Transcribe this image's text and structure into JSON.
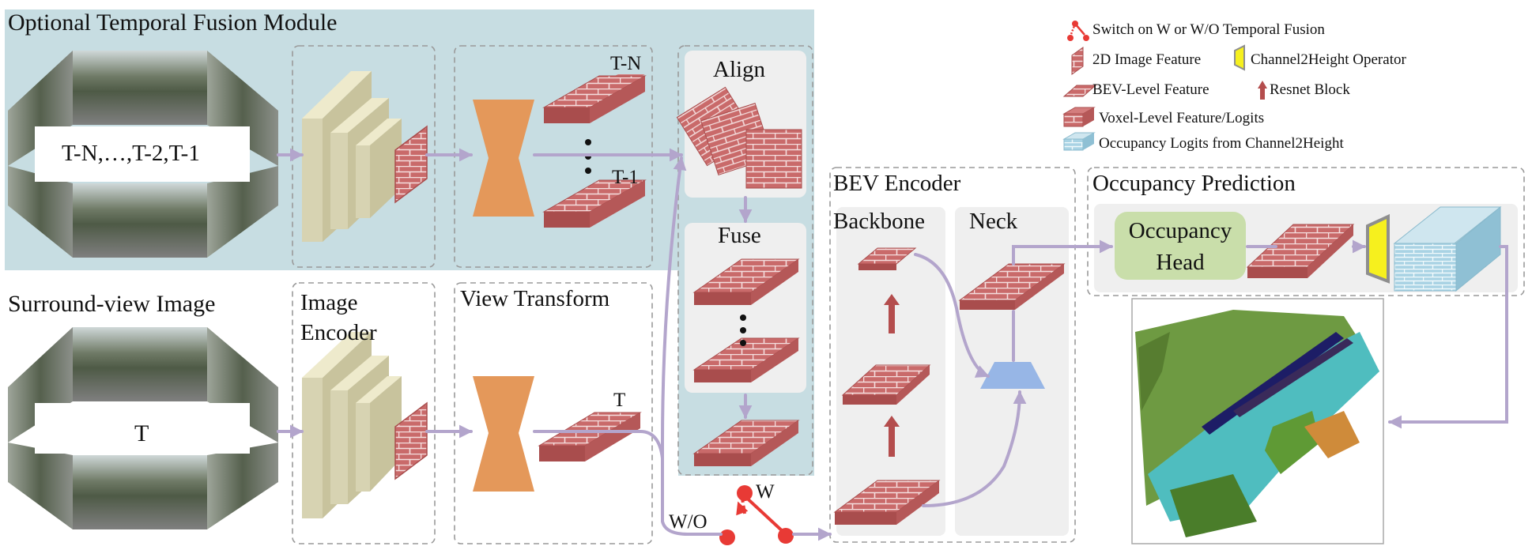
{
  "temporal": {
    "title": "Optional Temporal Fusion Module",
    "frames_label": "T-N,…,T-2,T-1",
    "top_label": "T-N",
    "bottom_label": "T-1"
  },
  "current": {
    "title": "Surround-view Image",
    "frame_label": "T",
    "feature_label": "T"
  },
  "modules": {
    "image_encoder": "Image Encoder",
    "view_transform": "View Transform",
    "align": "Align",
    "fuse": "Fuse",
    "bev_encoder": "BEV Encoder",
    "backbone": "Backbone",
    "neck": "Neck",
    "occ_prediction": "Occupancy Prediction",
    "occ_head_line1": "Occupancy",
    "occ_head_line2": "Head"
  },
  "switch": {
    "w": "W",
    "wo": "W/O"
  },
  "legend": [
    {
      "icon": "switch-icon",
      "text": "Switch on W or W/O Temporal Fusion"
    },
    {
      "icon": "image-feature-icon",
      "text": "2D Image Feature"
    },
    {
      "icon": "channel2height-icon",
      "text": "Channel2Height Operator"
    },
    {
      "icon": "bev-feature-icon",
      "text": "BEV-Level Feature"
    },
    {
      "icon": "resnet-block-icon",
      "text": "Resnet Block"
    },
    {
      "icon": "voxel-feature-icon",
      "text": "Voxel-Level Feature/Logits"
    },
    {
      "icon": "occupancy-logits-icon",
      "text": "Occupancy Logits from Channel2Height"
    }
  ],
  "colors": {
    "temporal_bg": "#c7dde2",
    "panel_gray": "#efefef",
    "arrow": "#b3a5cc",
    "brick": "#c96a6a",
    "brick_side": "#a94d4d",
    "encoder": "#d7d3b2",
    "view_transform": "#e4985a",
    "switch_red": "#e83a35",
    "occ_head": "#c9deaa",
    "channel2height": "#f6f01e",
    "neck_trapezoid": "#97b6e6",
    "occ_logits": "#a9d3e4",
    "resnet_arrow": "#b44d4d"
  }
}
